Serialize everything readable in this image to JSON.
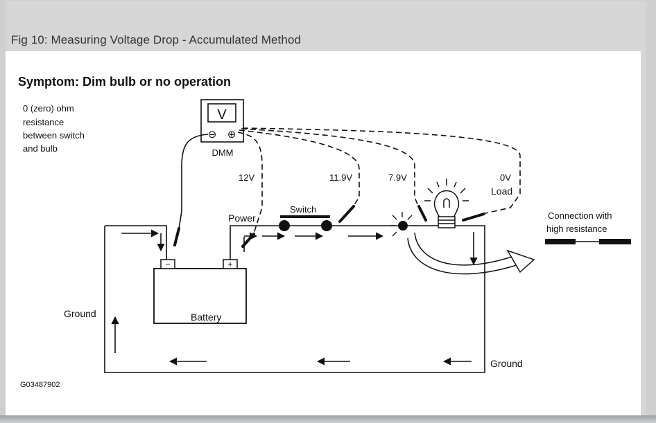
{
  "figure": {
    "caption": "Fig 10: Measuring Voltage Drop - Accumulated Method",
    "symptom": "Symptom: Dim bulb or no operation",
    "note_lines": [
      "0 (zero) ohm",
      "resistance",
      "between switch",
      "and bulb"
    ],
    "meter": {
      "symbol": "V",
      "minus": "⊖",
      "plus": "⊕",
      "label": "DMM"
    },
    "readings": {
      "power": "12V",
      "switch_out": "11.9V",
      "before_load": "7.9V",
      "after_load": "0V"
    },
    "labels": {
      "power": "Power",
      "switch": "Switch",
      "load": "Load",
      "battery": "Battery",
      "ground_left": "Ground",
      "ground_bottom": "Ground",
      "connection_line1": "Connection with",
      "connection_line2": "high resistance",
      "battery_minus": "−",
      "battery_plus": "+"
    },
    "code": "G03487902"
  }
}
